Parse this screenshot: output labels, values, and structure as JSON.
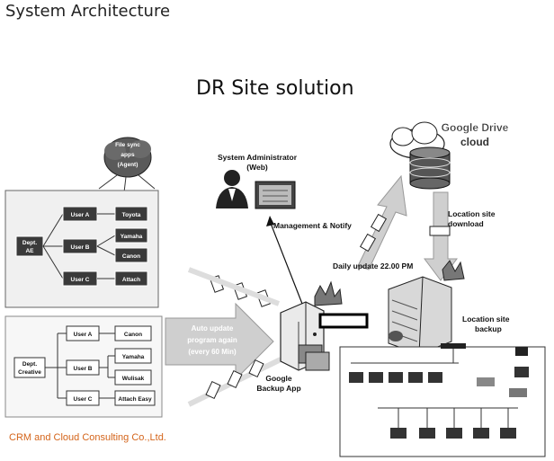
{
  "header": {
    "title": "System Architecture"
  },
  "diagram": {
    "title": "DR Site solution",
    "file_sync": {
      "line1": "File sync",
      "line2": "apps",
      "line3": "(Agent)"
    },
    "dept_ae": {
      "label_line1": "Dept.",
      "label_line2": "AE",
      "users": [
        {
          "name": "User A",
          "apps": [
            "Toyota"
          ]
        },
        {
          "name": "User B",
          "apps": [
            "Yamaha",
            "Canon"
          ]
        },
        {
          "name": "User C",
          "apps": [
            "Attach"
          ]
        }
      ]
    },
    "dept_creative": {
      "label_line1": "Dept.",
      "label_line2": "Creative",
      "users": [
        {
          "name": "User A",
          "apps": [
            "Canon"
          ]
        },
        {
          "name": "User B",
          "apps": [
            "Yamaha",
            "Wulisak"
          ]
        },
        {
          "name": "User C",
          "apps": [
            "Attach Easy"
          ]
        }
      ]
    },
    "sysadmin": {
      "line1": "System Administrator",
      "line2": "(Web)"
    },
    "management_notify": "Management & Notify",
    "google_drive": {
      "line1": "Google Drive",
      "line2": "cloud"
    },
    "location_download": {
      "line1": "Location site",
      "line2": "download"
    },
    "daily_update": "Daily update 22.00 PM",
    "auto_update": {
      "line1": "Auto update",
      "line2": "program again",
      "line3": "(every 60 Min)"
    },
    "backup_app": {
      "line1": "Google",
      "line2": "Backup App"
    },
    "location_backup": {
      "line1": "Location site",
      "line2": "backup"
    }
  },
  "footer": {
    "text": "CRM and Cloud Consulting Co.,Ltd."
  }
}
